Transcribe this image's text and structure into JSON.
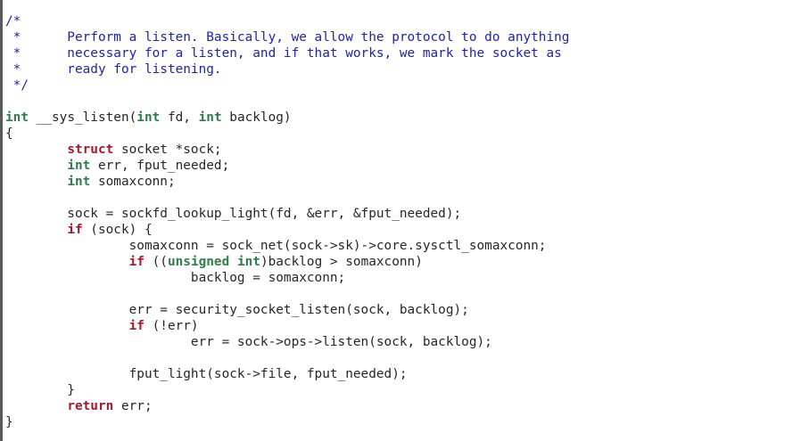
{
  "editor": {
    "colors": {
      "background": "#ffffff",
      "comment": "#1d22b4",
      "type": "#2e7d4a",
      "keyword": "#a5192b",
      "text": "#262626",
      "left_border": "#5a5a5a"
    },
    "lines": [
      [
        {
          "k": "comment",
          "t": "/*"
        }
      ],
      [
        {
          "k": "comment",
          "t": " *      Perform a listen. Basically, we allow the protocol to do anything"
        }
      ],
      [
        {
          "k": "comment",
          "t": " *      necessary for a listen, and if that works, we mark the socket as"
        }
      ],
      [
        {
          "k": "comment",
          "t": " *      ready for listening."
        }
      ],
      [
        {
          "k": "comment",
          "t": " */"
        }
      ],
      [],
      [
        {
          "k": "type",
          "t": "int"
        },
        {
          "k": "plain",
          "t": " __sys_listen("
        },
        {
          "k": "type",
          "t": "int"
        },
        {
          "k": "plain",
          "t": " fd, "
        },
        {
          "k": "type",
          "t": "int"
        },
        {
          "k": "plain",
          "t": " backlog)"
        }
      ],
      [
        {
          "k": "plain",
          "t": "{"
        }
      ],
      [
        {
          "k": "plain",
          "t": "        "
        },
        {
          "k": "keyword",
          "t": "struct"
        },
        {
          "k": "plain",
          "t": " socket *sock;"
        }
      ],
      [
        {
          "k": "plain",
          "t": "        "
        },
        {
          "k": "type",
          "t": "int"
        },
        {
          "k": "plain",
          "t": " err, fput_needed;"
        }
      ],
      [
        {
          "k": "plain",
          "t": "        "
        },
        {
          "k": "type",
          "t": "int"
        },
        {
          "k": "plain",
          "t": " somaxconn;"
        }
      ],
      [],
      [
        {
          "k": "plain",
          "t": "        sock = sockfd_lookup_light(fd, &err, &fput_needed);"
        }
      ],
      [
        {
          "k": "plain",
          "t": "        "
        },
        {
          "k": "keyword",
          "t": "if"
        },
        {
          "k": "plain",
          "t": " (sock) {"
        }
      ],
      [
        {
          "k": "plain",
          "t": "                somaxconn = sock_net(sock->sk)->core.sysctl_somaxconn;"
        }
      ],
      [
        {
          "k": "plain",
          "t": "                "
        },
        {
          "k": "keyword",
          "t": "if"
        },
        {
          "k": "plain",
          "t": " (("
        },
        {
          "k": "type",
          "t": "unsigned"
        },
        {
          "k": "plain",
          "t": " "
        },
        {
          "k": "type",
          "t": "int"
        },
        {
          "k": "plain",
          "t": ")backlog > somaxconn)"
        }
      ],
      [
        {
          "k": "plain",
          "t": "                        backlog = somaxconn;"
        }
      ],
      [],
      [
        {
          "k": "plain",
          "t": "                err = security_socket_listen(sock, backlog);"
        }
      ],
      [
        {
          "k": "plain",
          "t": "                "
        },
        {
          "k": "keyword",
          "t": "if"
        },
        {
          "k": "plain",
          "t": " (!err)"
        }
      ],
      [
        {
          "k": "plain",
          "t": "                        err = sock->ops->listen(sock, backlog);"
        }
      ],
      [],
      [
        {
          "k": "plain",
          "t": "                fput_light(sock->file, fput_needed);"
        }
      ],
      [
        {
          "k": "plain",
          "t": "        }"
        }
      ],
      [
        {
          "k": "plain",
          "t": "        "
        },
        {
          "k": "keyword",
          "t": "return"
        },
        {
          "k": "plain",
          "t": " err;"
        }
      ],
      [
        {
          "k": "plain",
          "t": "}"
        }
      ]
    ]
  }
}
